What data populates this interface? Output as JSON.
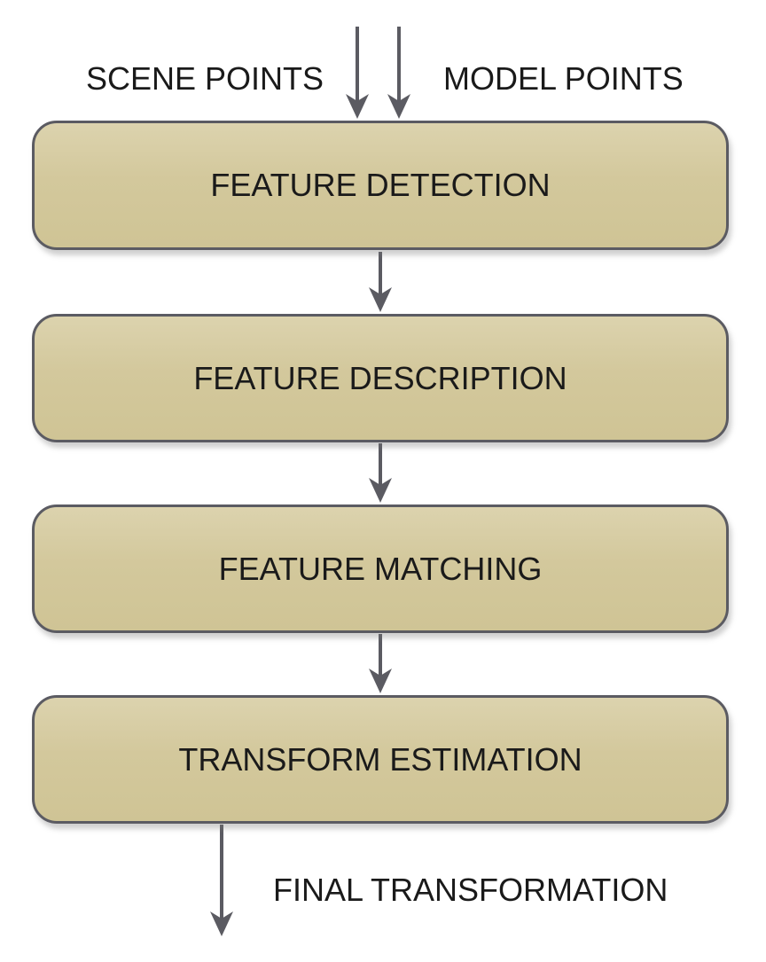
{
  "inputs": {
    "scene": "SCENE POINTS",
    "model": "MODEL POINTS"
  },
  "steps": [
    {
      "label": "FEATURE DETECTION"
    },
    {
      "label": "FEATURE DESCRIPTION"
    },
    {
      "label": "FEATURE MATCHING"
    },
    {
      "label": "TRANSFORM ESTIMATION"
    }
  ],
  "output": {
    "final": "FINAL TRANSFORMATION"
  },
  "colors": {
    "box_fill": "#d6cca2",
    "box_border": "#5b5b62",
    "arrow": "#5b5b62",
    "text": "#1a1a1a"
  }
}
